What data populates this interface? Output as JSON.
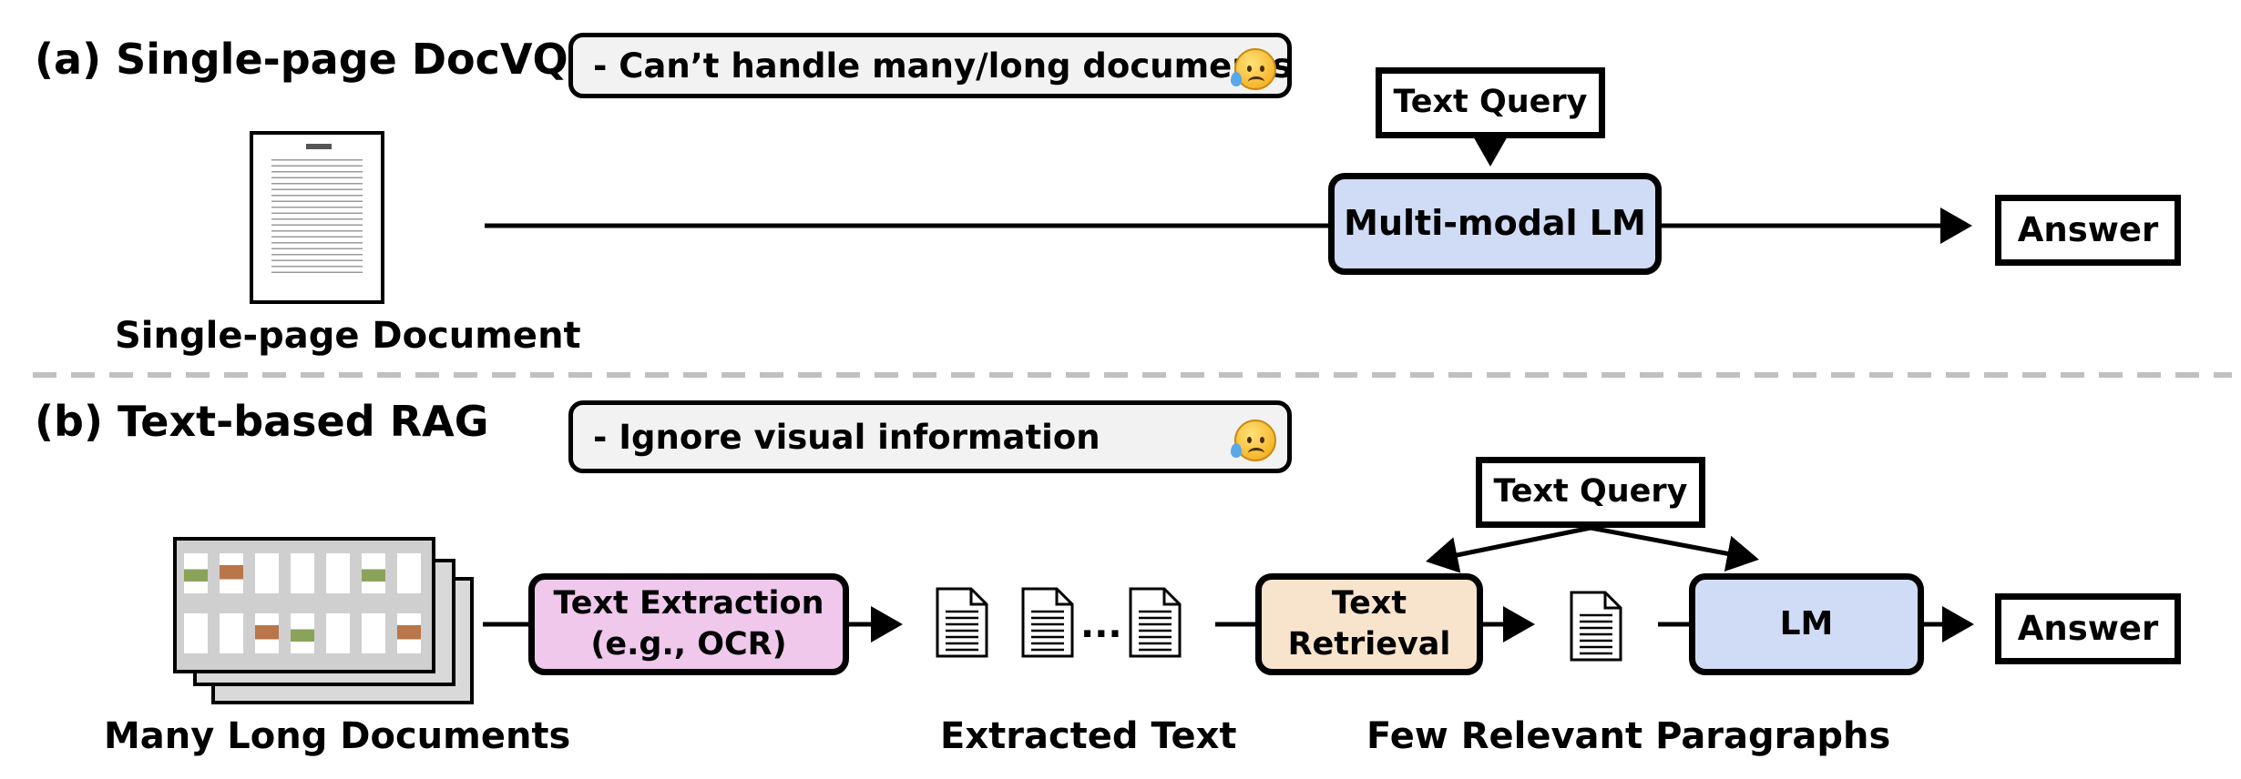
{
  "section_a": {
    "title": "(a) Single-page DocVQA",
    "note": "- Can’t handle many/long documents",
    "document_label": "Single-page Document",
    "query_label": "Text Query",
    "model_label": "Multi-modal LM",
    "answer_label": "Answer",
    "emoji": "sad-sweat-face-icon"
  },
  "section_b": {
    "title": "(b) Text-based RAG",
    "note": "- Ignore visual information",
    "documents_label": "Many Long Documents",
    "extraction_line1": "Text Extraction",
    "extraction_line2": "(e.g., OCR)",
    "extracted_label": "Extracted Text",
    "ellipsis": "...",
    "query_label": "Text Query",
    "retrieval_line1": "Text",
    "retrieval_line2": "Retrieval",
    "paragraphs_label": "Few Relevant Paragraphs",
    "model_label": "LM",
    "answer_label": "Answer",
    "emoji": "sad-sweat-face-icon"
  },
  "colors": {
    "model_fill": "#d0dcf5",
    "extraction_fill": "#efc8ec",
    "retrieval_fill": "#f8e4cc",
    "note_fill": "#f2f2f2",
    "divider": "#c0c0c0"
  }
}
